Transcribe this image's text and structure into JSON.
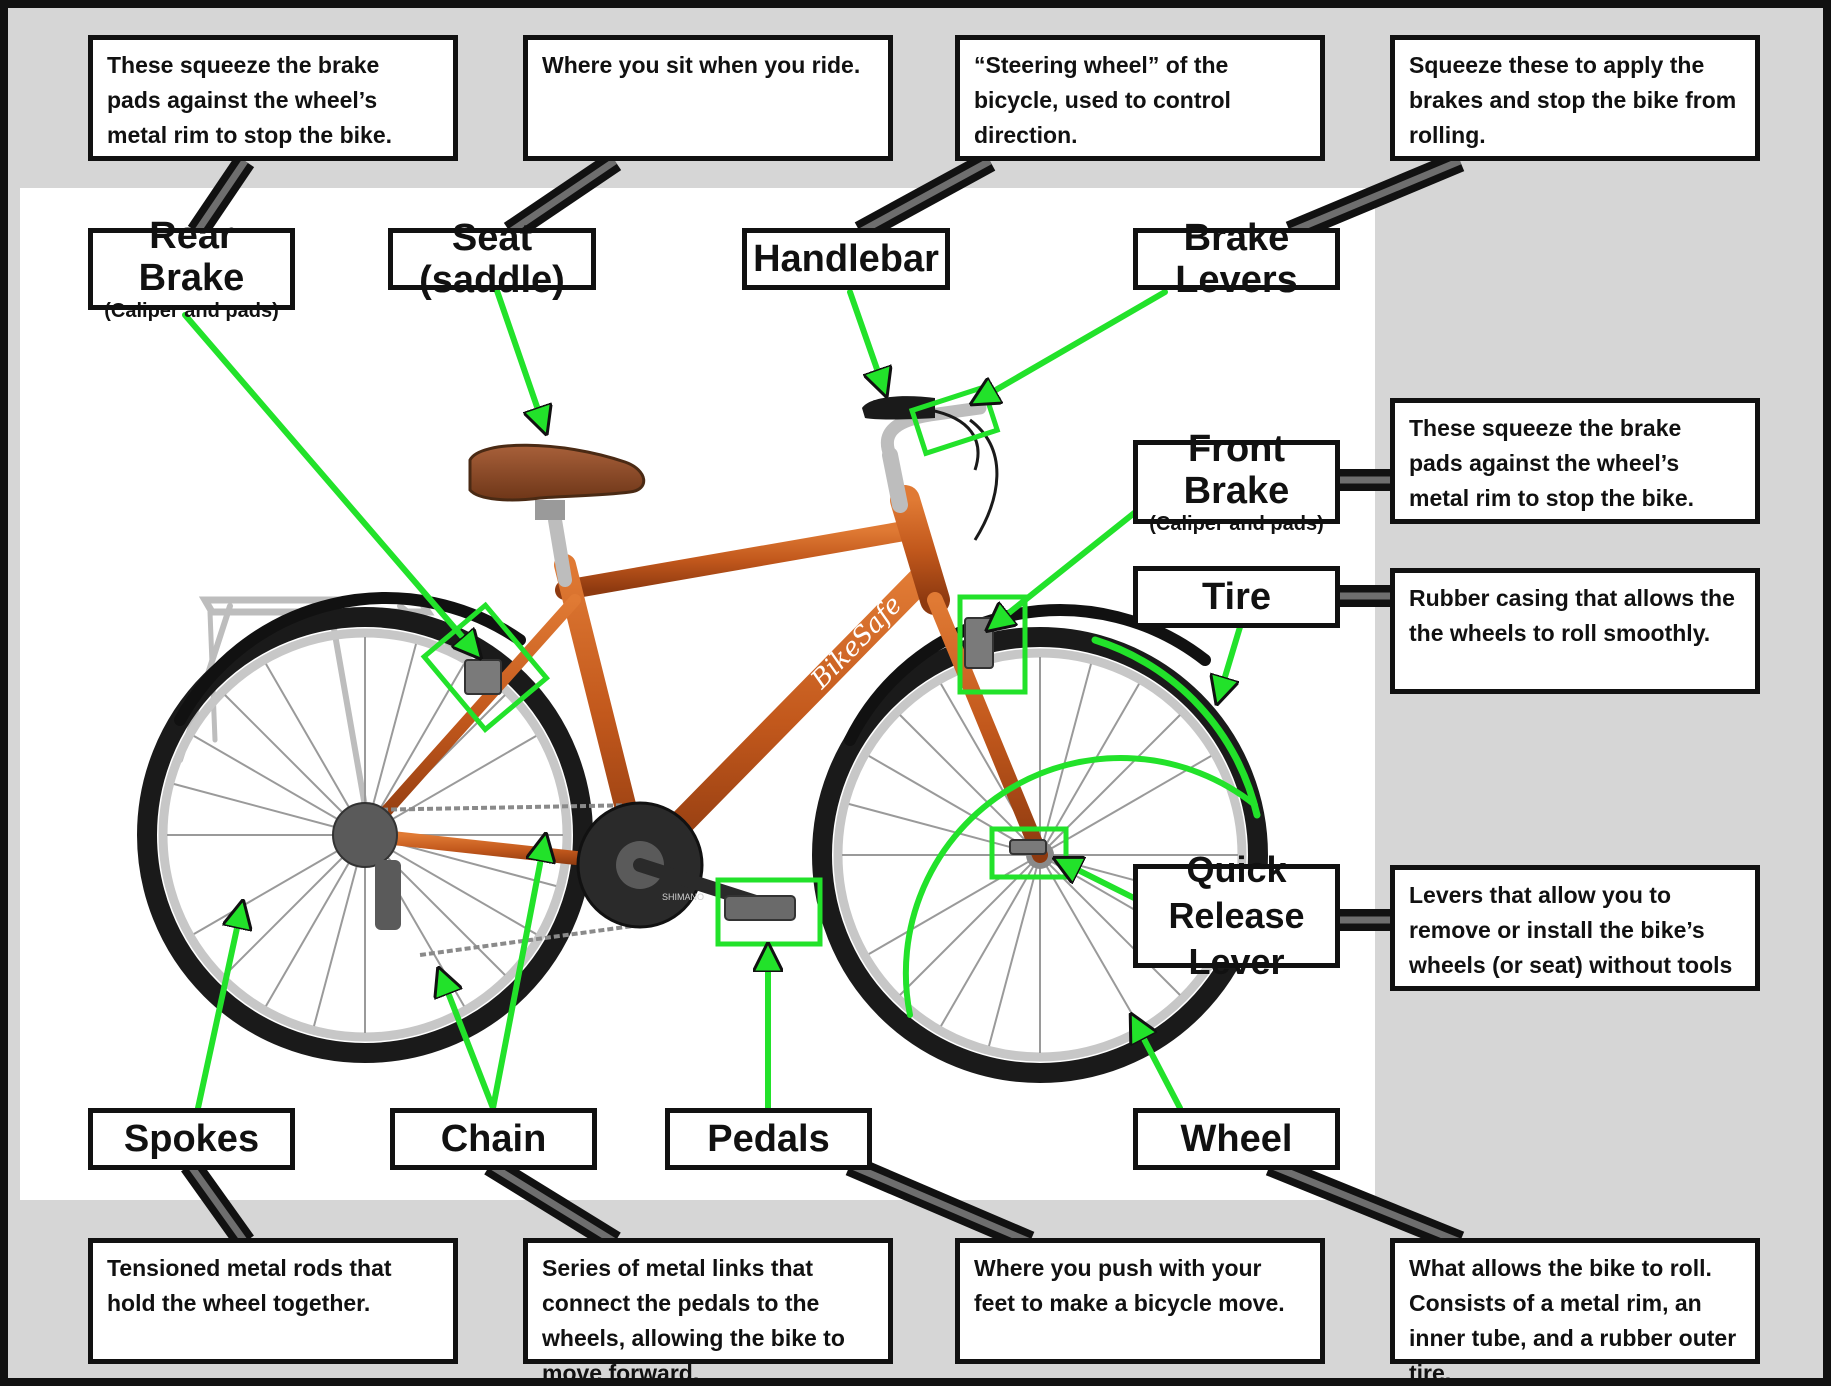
{
  "colors": {
    "frame": "#111111",
    "panel_gray": "#d6d6d6",
    "callout_green": "#22e22a",
    "bike_orange": "#c2581c",
    "saddle_brown": "#8a4a26",
    "tire_black": "#1a1a1a",
    "chrome": "#bdbdbd"
  },
  "bike": {
    "downtube_logo": "BikeSafe",
    "crank_logo": "SHIMANO"
  },
  "labels": {
    "rear_brake": {
      "title": "Rear Brake",
      "sub": "(Caliper and pads)"
    },
    "seat": "Seat (saddle)",
    "handlebar": "Handlebar",
    "brake_levers": "Brake Levers",
    "front_brake": {
      "title": "Front Brake",
      "sub": "(Caliper and pads)"
    },
    "tire": "Tire",
    "quick_release": {
      "line1": "Quick Release",
      "line2": "Lever"
    },
    "spokes": "Spokes",
    "chain": "Chain",
    "pedals": "Pedals",
    "wheel": "Wheel"
  },
  "descriptions": {
    "rear_brake": "These squeeze the brake pads against the wheel’s metal rim to stop the bike.",
    "seat": "Where you sit when you ride.",
    "handlebar": "“Steering wheel” of the bicycle, used to control direction.",
    "brake_levers": "Squeeze these to apply the brakes and stop the bike from rolling.",
    "front_brake": "These squeeze the brake pads against the wheel’s metal rim to stop the bike.",
    "tire": "Rubber casing that allows the the wheels to roll smoothly.",
    "quick_release": "Levers that allow you to remove or install the bike’s wheels (or seat) without tools",
    "spokes": "Tensioned metal rods that hold the wheel together.",
    "chain": "Series of metal links that connect the pedals to the wheels, allowing the bike to move forward.",
    "pedals": "Where you push with your feet to make a bicycle move.",
    "wheel": "What allows the bike to roll. Consists of a metal rim, an inner tube, and a rubber outer tire."
  }
}
